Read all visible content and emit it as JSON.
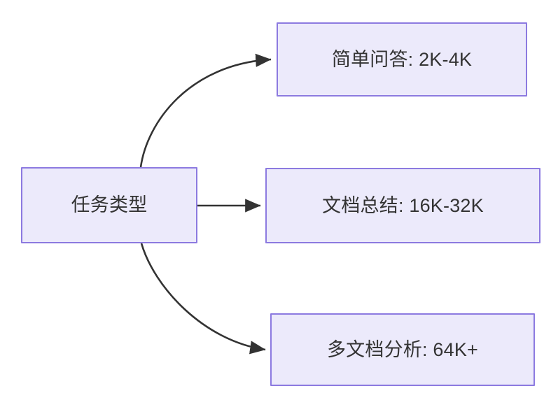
{
  "diagram": {
    "type": "flowchart",
    "direction": "left-to-right",
    "background_color": "#ffffff",
    "node_fill_color": "#ECEAFB",
    "node_border_color": "#8C7AE0",
    "node_text_color": "#333333",
    "edge_color": "#333333",
    "nodes": [
      {
        "id": "root",
        "label": "任务类型"
      },
      {
        "id": "simple_qa",
        "label": "简单问答: 2K-4K"
      },
      {
        "id": "doc_summary",
        "label": "文档总结: 16K-32K"
      },
      {
        "id": "multi_doc",
        "label": "多文档分析: 64K+"
      }
    ],
    "edges": [
      {
        "from": "root",
        "to": "simple_qa",
        "label": "",
        "style": "curved-arrow"
      },
      {
        "from": "root",
        "to": "doc_summary",
        "label": "",
        "style": "straight-arrow"
      },
      {
        "from": "root",
        "to": "multi_doc",
        "label": "",
        "style": "curved-arrow"
      }
    ]
  }
}
